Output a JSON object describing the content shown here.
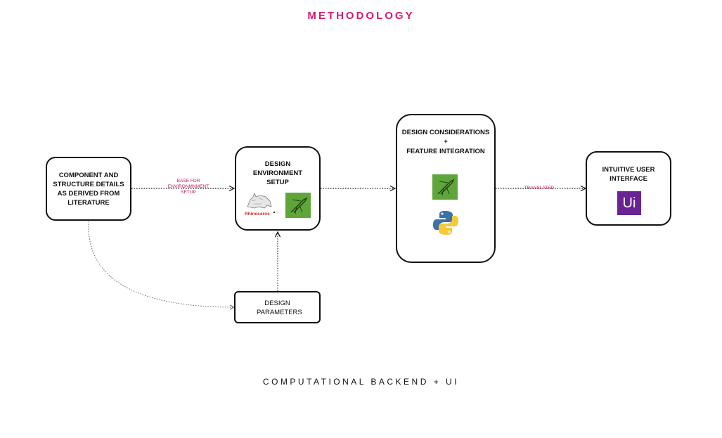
{
  "header": {
    "title": "METHODOLOGY"
  },
  "footer": {
    "caption": "COMPUTATIONAL BACKEND + UI"
  },
  "nodes": {
    "literature": {
      "label": "COMPONENT AND STRUCTURE DETAILS AS DERIVED FROM LITERATURE"
    },
    "design_env": {
      "label": "DESIGN ENVIRONMENT SETUP",
      "rhino_label": "Rhinoceros"
    },
    "design_params": {
      "label": "DESIGN PARAMETERS"
    },
    "design_considerations": {
      "line1": "DESIGN CONSIDERATIONS",
      "line2": "+",
      "line3": "FEATURE INTEGRATION"
    },
    "ui": {
      "label": "INTUITIVE USER INTERFACE",
      "icon_text": "Ui"
    }
  },
  "edges": {
    "lit_to_env": {
      "label": "BASE FOR ENVIRONMNMENT SETUP"
    },
    "dc_to_ui": {
      "label": "TRANSLATED"
    }
  },
  "icons": [
    "rhinoceros-logo-icon",
    "grasshopper-icon",
    "python-icon",
    "adobe-xd-ui-icon"
  ],
  "colors": {
    "accent": "#d6196e",
    "edge_label": "#c2185b",
    "grasshopper": "#5fa63a",
    "ui_icon": "#6a2393",
    "python_blue": "#3b72a8",
    "python_yellow": "#f5c93a"
  }
}
